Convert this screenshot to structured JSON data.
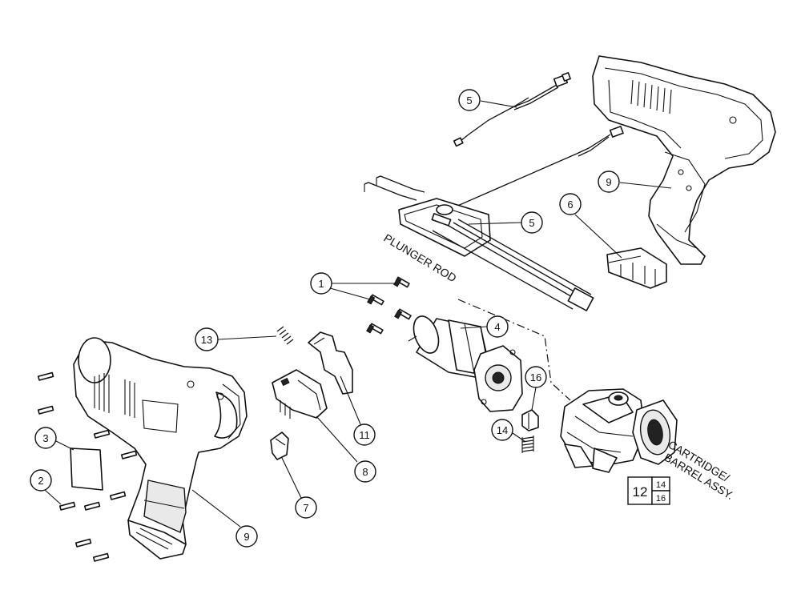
{
  "diagram": {
    "labels": {
      "plunger_rod": "PLUNGER ROD",
      "cartridge_line1": "CARTRIDGE/",
      "cartridge_line2": "BARREL ASSY."
    },
    "callouts": {
      "c1": "1",
      "c2": "2",
      "c3": "3",
      "c4": "4",
      "c5a": "5",
      "c5b": "5",
      "c6": "6",
      "c7": "7",
      "c8": "8",
      "c9a": "9",
      "c9b": "9",
      "c11": "11",
      "c13": "13",
      "c14": "14",
      "c16": "16"
    },
    "assembly_box": {
      "main": "12",
      "top": "14",
      "bottom": "16"
    }
  }
}
